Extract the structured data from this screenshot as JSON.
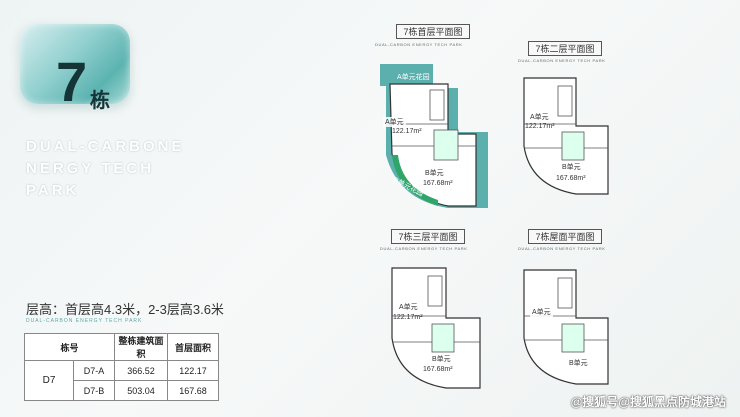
{
  "badge": {
    "number": "7",
    "text": "栋"
  },
  "big_title": [
    "DUAL-CARBONE",
    "NERGY TECH",
    "PARK"
  ],
  "floor_heights": "层高：首层高4.3米，2-3层高3.6米",
  "floor_sub": "DUAL-CARBON ENERGY TECH PARK",
  "table": {
    "headers": [
      "栋号",
      "",
      "整栋建筑面积",
      "首层面积"
    ],
    "building": "D7",
    "rows": [
      {
        "unit": "D7-A",
        "total": "366.52",
        "first": "122.17"
      },
      {
        "unit": "D7-B",
        "total": "503.04",
        "first": "167.68"
      }
    ]
  },
  "plans": [
    {
      "title": "7栋首层平面图",
      "sub": "DUAL-CARBON ENERGY TECH PARK",
      "a_label": "A单元",
      "a_area": "122.17m²",
      "b_label": "B单元",
      "b_area": "167.68m²",
      "garden_a": "A单元花园",
      "garden_b": "B单元花园"
    },
    {
      "title": "7栋二层平面图",
      "sub": "DUAL-CARBON ENERGY TECH PARK",
      "a_label": "A单元",
      "a_area": "122.17m²",
      "b_label": "B单元",
      "b_area": "167.68m²"
    },
    {
      "title": "7栋三层平面图",
      "sub": "DUAL-CARBON ENERGY TECH PARK",
      "a_label": "A单元",
      "a_area": "122.17m²",
      "b_label": "B单元",
      "b_area": "167.68m²"
    },
    {
      "title": "7栋屋面平面图",
      "sub": "DUAL-CARBON ENERGY TECH PARK",
      "a_label": "A单元",
      "b_label": "B单元"
    }
  ],
  "watermark": "@搜狐号@搜狐黑点防城港站",
  "colors": {
    "accent": "#2fa56a",
    "teal": "#3fa3a0"
  }
}
